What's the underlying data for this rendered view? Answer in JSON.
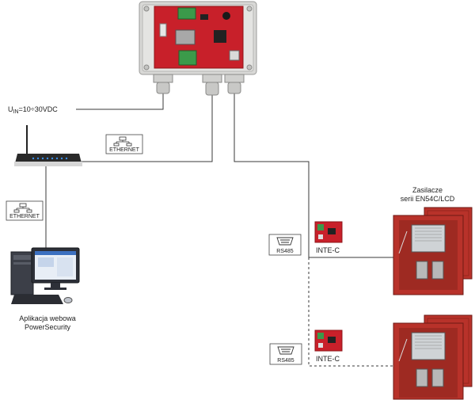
{
  "power_supply_label": {
    "u": "U",
    "sub": "IN",
    "value": "=10÷30VDC"
  },
  "ethernet_labels": [
    "ETHERNET",
    "ETHERNET"
  ],
  "rs485_labels": [
    "RS485",
    "RS485"
  ],
  "inte_c_labels": [
    "INTE-C",
    "INTE-C"
  ],
  "psu_group": {
    "line1": "Zasilacze",
    "line2": "serii EN54C/LCD"
  },
  "app_caption": {
    "line1": "Aplikacja webowa",
    "line2": "PowerSecurity"
  },
  "colors": {
    "board_red": "#c8202a",
    "cabinet_red": "#b8322a",
    "enclosure_grey": "#d8d8d6",
    "line": "#333333"
  },
  "icons": [
    "gateway-module",
    "router",
    "desktop-computer",
    "inte-c-converter",
    "en54-power-supply-cabinet",
    "ethernet-port-icon",
    "rs485-port-icon"
  ]
}
